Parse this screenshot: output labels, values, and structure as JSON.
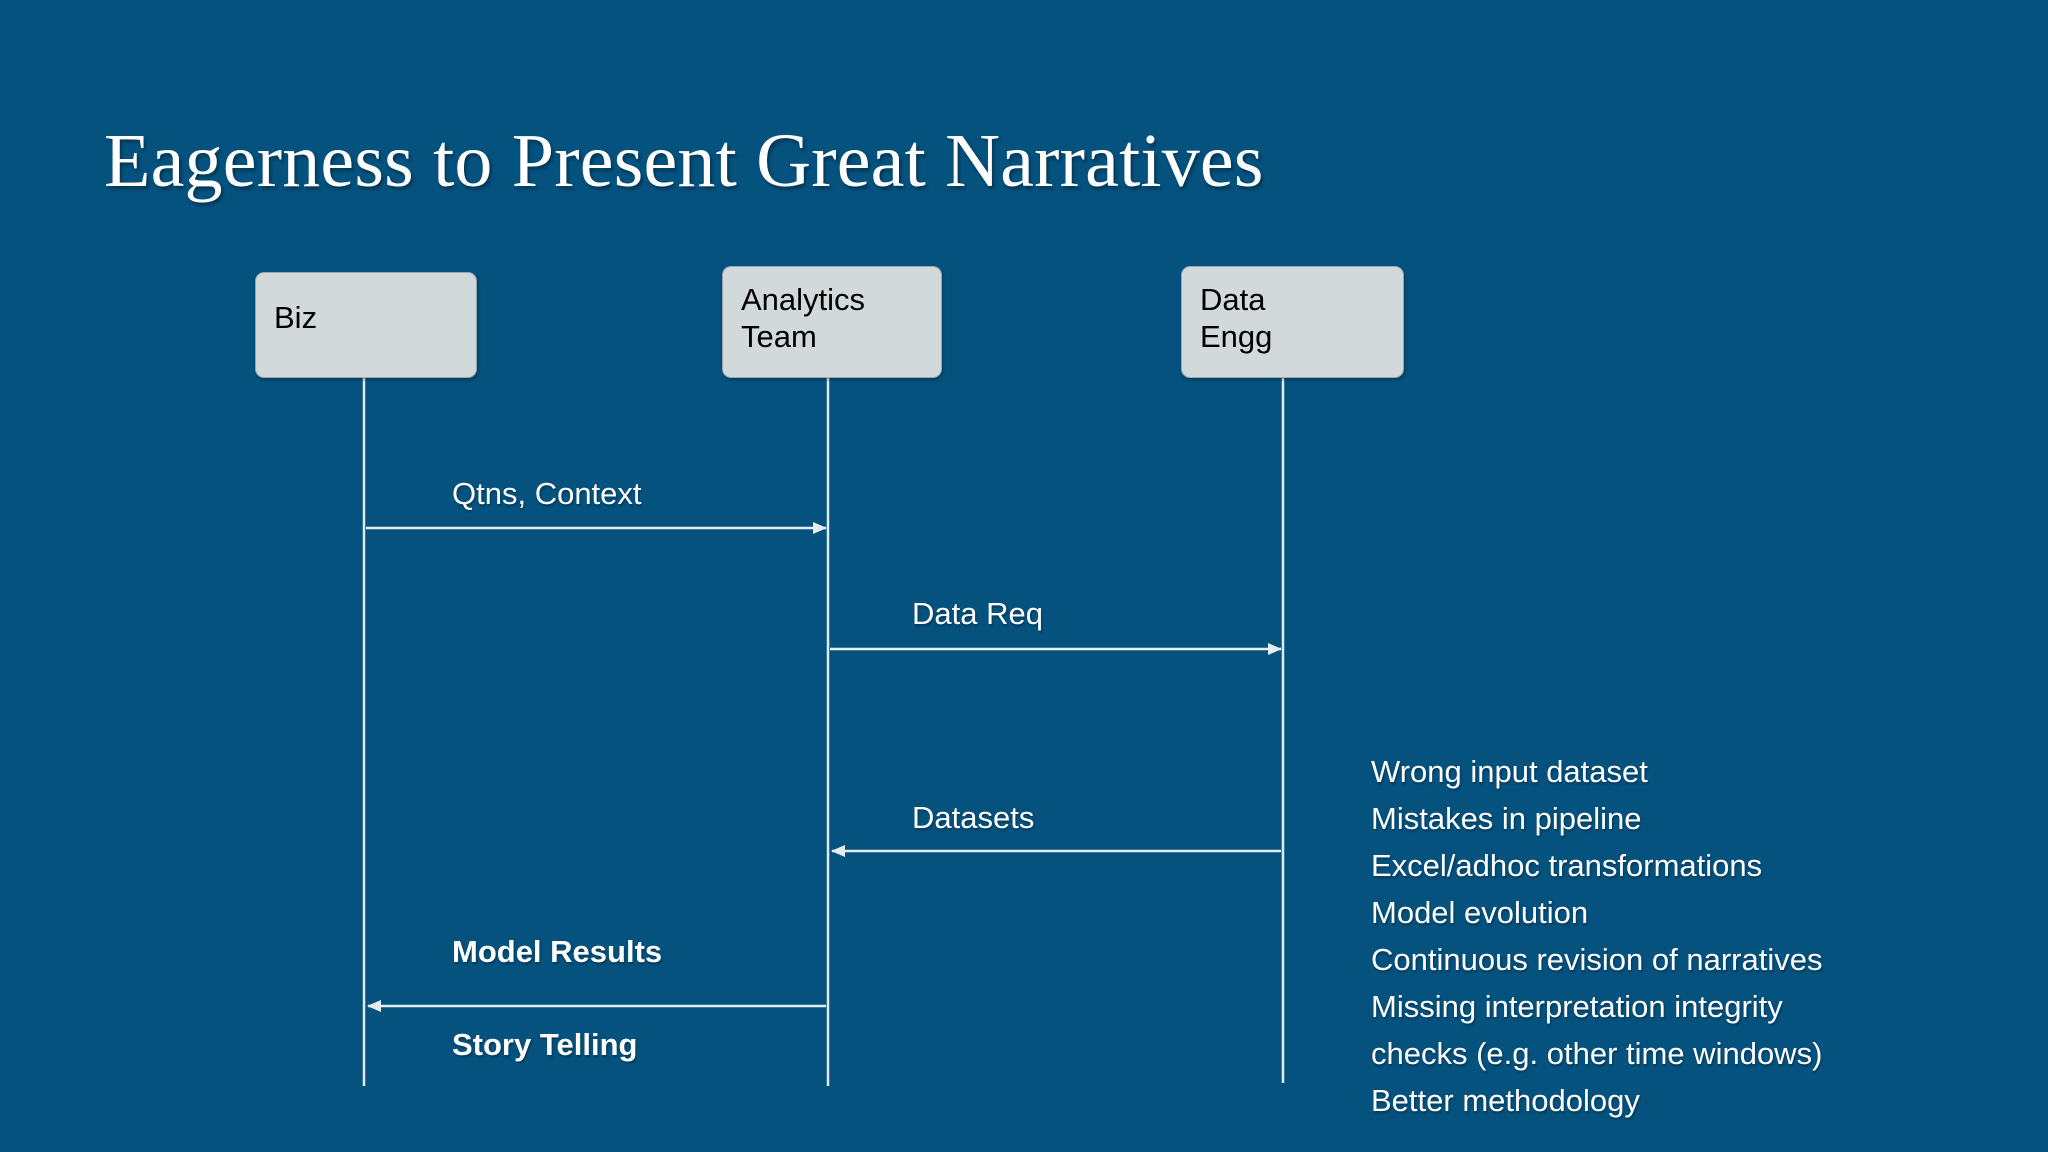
{
  "slide": {
    "title": "Eagerness to Present Great Narratives",
    "background_color": "#05527f",
    "box_fill_color": "#d2d9db",
    "line_color": "#dfe9ee",
    "text_color": "#ffffff"
  },
  "actors": [
    {
      "id": "biz",
      "label": "Biz",
      "lines": 1
    },
    {
      "id": "analytics",
      "label": "Analytics\nTeam",
      "lines": 2
    },
    {
      "id": "dataengg",
      "label": "Data\nEngg",
      "lines": 2
    }
  ],
  "messages": [
    {
      "id": "qtns-context",
      "label": "Qtns, Context",
      "from": "biz",
      "to": "analytics",
      "direction": "right",
      "bold": false
    },
    {
      "id": "data-req",
      "label": "Data Req",
      "from": "analytics",
      "to": "dataengg",
      "direction": "right",
      "bold": false
    },
    {
      "id": "datasets",
      "label": "Datasets",
      "from": "dataengg",
      "to": "analytics",
      "direction": "left",
      "bold": false
    },
    {
      "id": "model-results",
      "label": "Model Results",
      "from": "analytics",
      "to": "biz",
      "direction": "left",
      "bold": true
    },
    {
      "id": "story-telling",
      "label": "Story Telling",
      "from": "analytics",
      "to": "biz",
      "direction": "left",
      "bold": true
    }
  ],
  "notes": {
    "items": [
      "Wrong input dataset",
      "Mistakes in pipeline",
      "Excel/adhoc transformations",
      "Model evolution",
      "Continuous revision of narratives",
      "Missing interpretation integrity",
      "checks (e.g. other time windows)",
      "Better methodology"
    ]
  }
}
